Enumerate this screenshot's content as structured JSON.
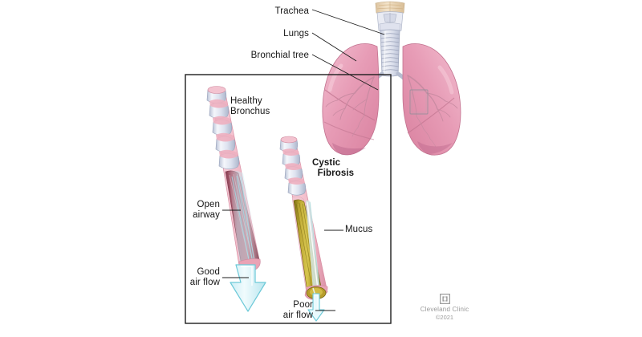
{
  "illustration": {
    "title": "Cystic fibrosis: healthy bronchus versus cystic fibrosis bronchus",
    "labels": {
      "trachea": "Trachea",
      "lungs": "Lungs",
      "bronchial_tree": "Bronchial tree",
      "healthy_bronchus": "Healthy\nBronchus",
      "cystic_fibrosis": "Cystic\n  Fibrosis",
      "open_airway": "Open\nairway",
      "good_air_flow": "Good\nair flow",
      "mucus": "Mucus",
      "poor_air_flow": "Poor\nair flow"
    },
    "credit": {
      "organization": "Cleveland\nClinic",
      "copyright": "©2021"
    },
    "colors": {
      "background": "#ffffff",
      "frame_border": "#1d1d1d",
      "leader_line": "#1d1d1d",
      "lung_tissue": "#e59cb4",
      "lung_tissue_light": "#f0b9cc",
      "lung_shadow": "#cc7c99",
      "trachea_cartilage": "#d9dce8",
      "larynx": "#e6cfae",
      "bronchus_cartilage": "#dfe3ee",
      "bronchus_tissue": "#f0b4c0",
      "bronchus_lumen": "#a14f62",
      "mucus": "#9c8a24",
      "mucus_light": "#c9b840",
      "airflow_arrow": "#7fd4e0",
      "airflow_arrow_fill": "#ddf4f8",
      "credit_text": "#9a9a9a"
    }
  }
}
